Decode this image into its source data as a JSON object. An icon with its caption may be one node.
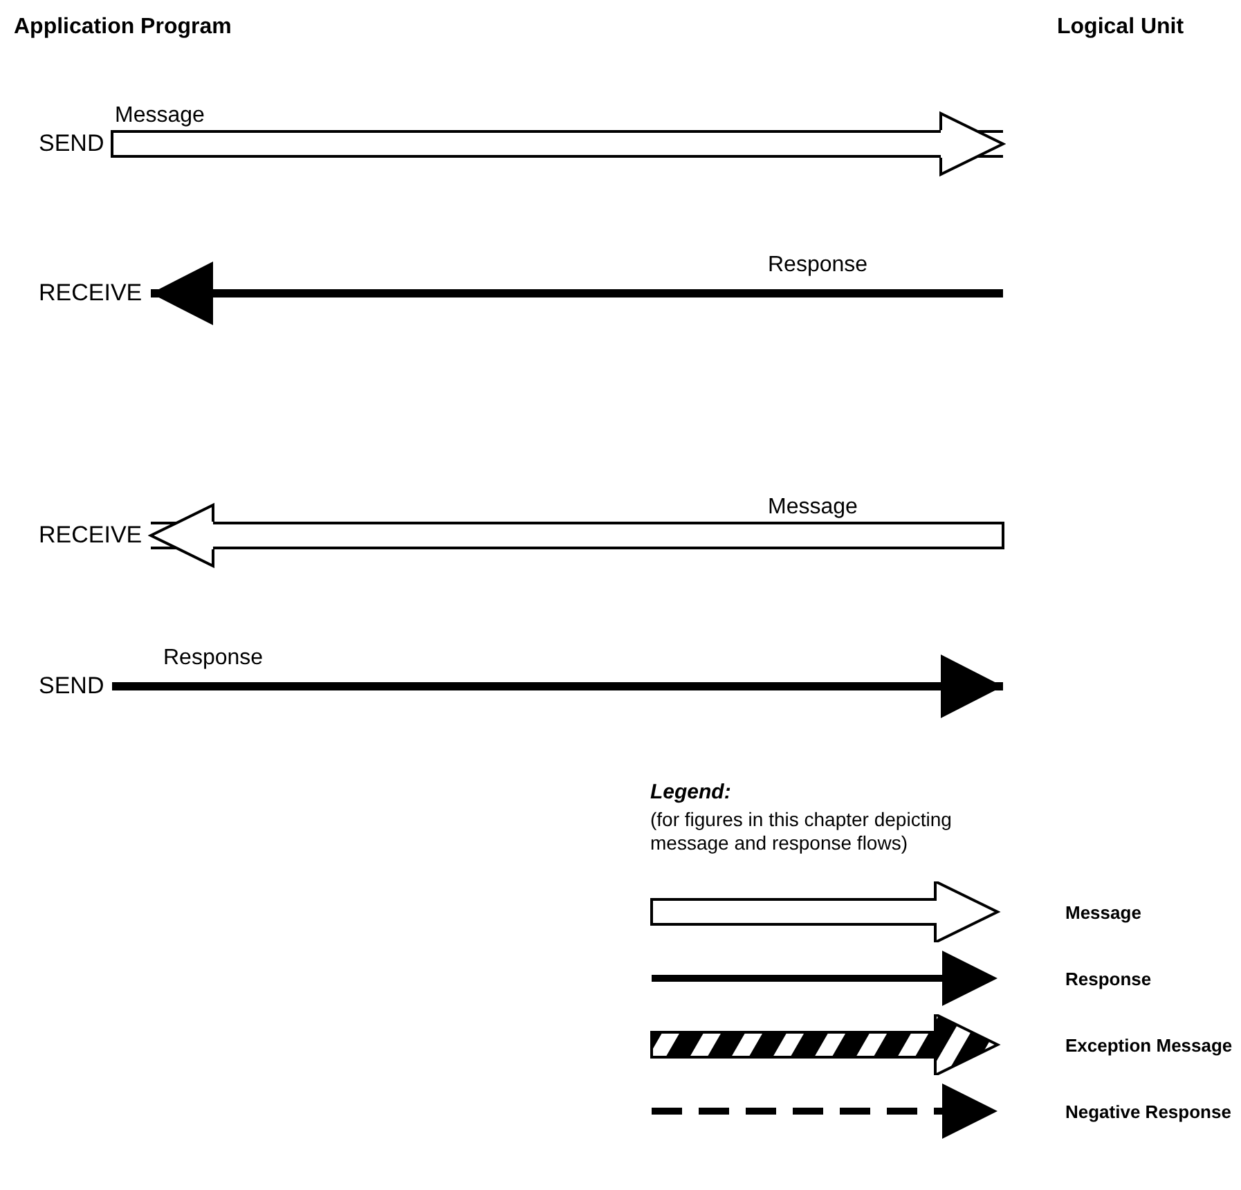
{
  "diagram": {
    "nodes": [
      {
        "text": [
          "SEND"
        ]
      },
      {
        "text": [
          "RECEIVE"
        ]
      },
      {
        "text": [
          "RECEIVE"
        ]
      },
      {
        "text": [
          "SEND"
        ]
      }
    ],
    "edges": [
      {
        "from": 0,
        "to": null,
        "arrow": "to",
        "label": "Message",
        "style": "thick"
      },
      {
        "from": null,
        "to": 1,
        "arrow": "to",
        "label": "Response"
      },
      {
        "from": null,
        "to": 2,
        "arrow": "to",
        "label": "Message",
        "style": "thick"
      },
      {
        "from": 3,
        "to": null,
        "arrow": "to",
        "label": "Response"
      }
    ],
    "labels": [
      "Application Program",
      "Logical Unit",
      "Legend:",
      "(for figures in this chapter depicting message and response flows)"
    ],
    "legend": [
      {
        "text": "Message"
      },
      {
        "text": "Response"
      },
      {
        "text": "Exception Message"
      },
      {
        "text": "Negative Response"
      }
    ]
  }
}
